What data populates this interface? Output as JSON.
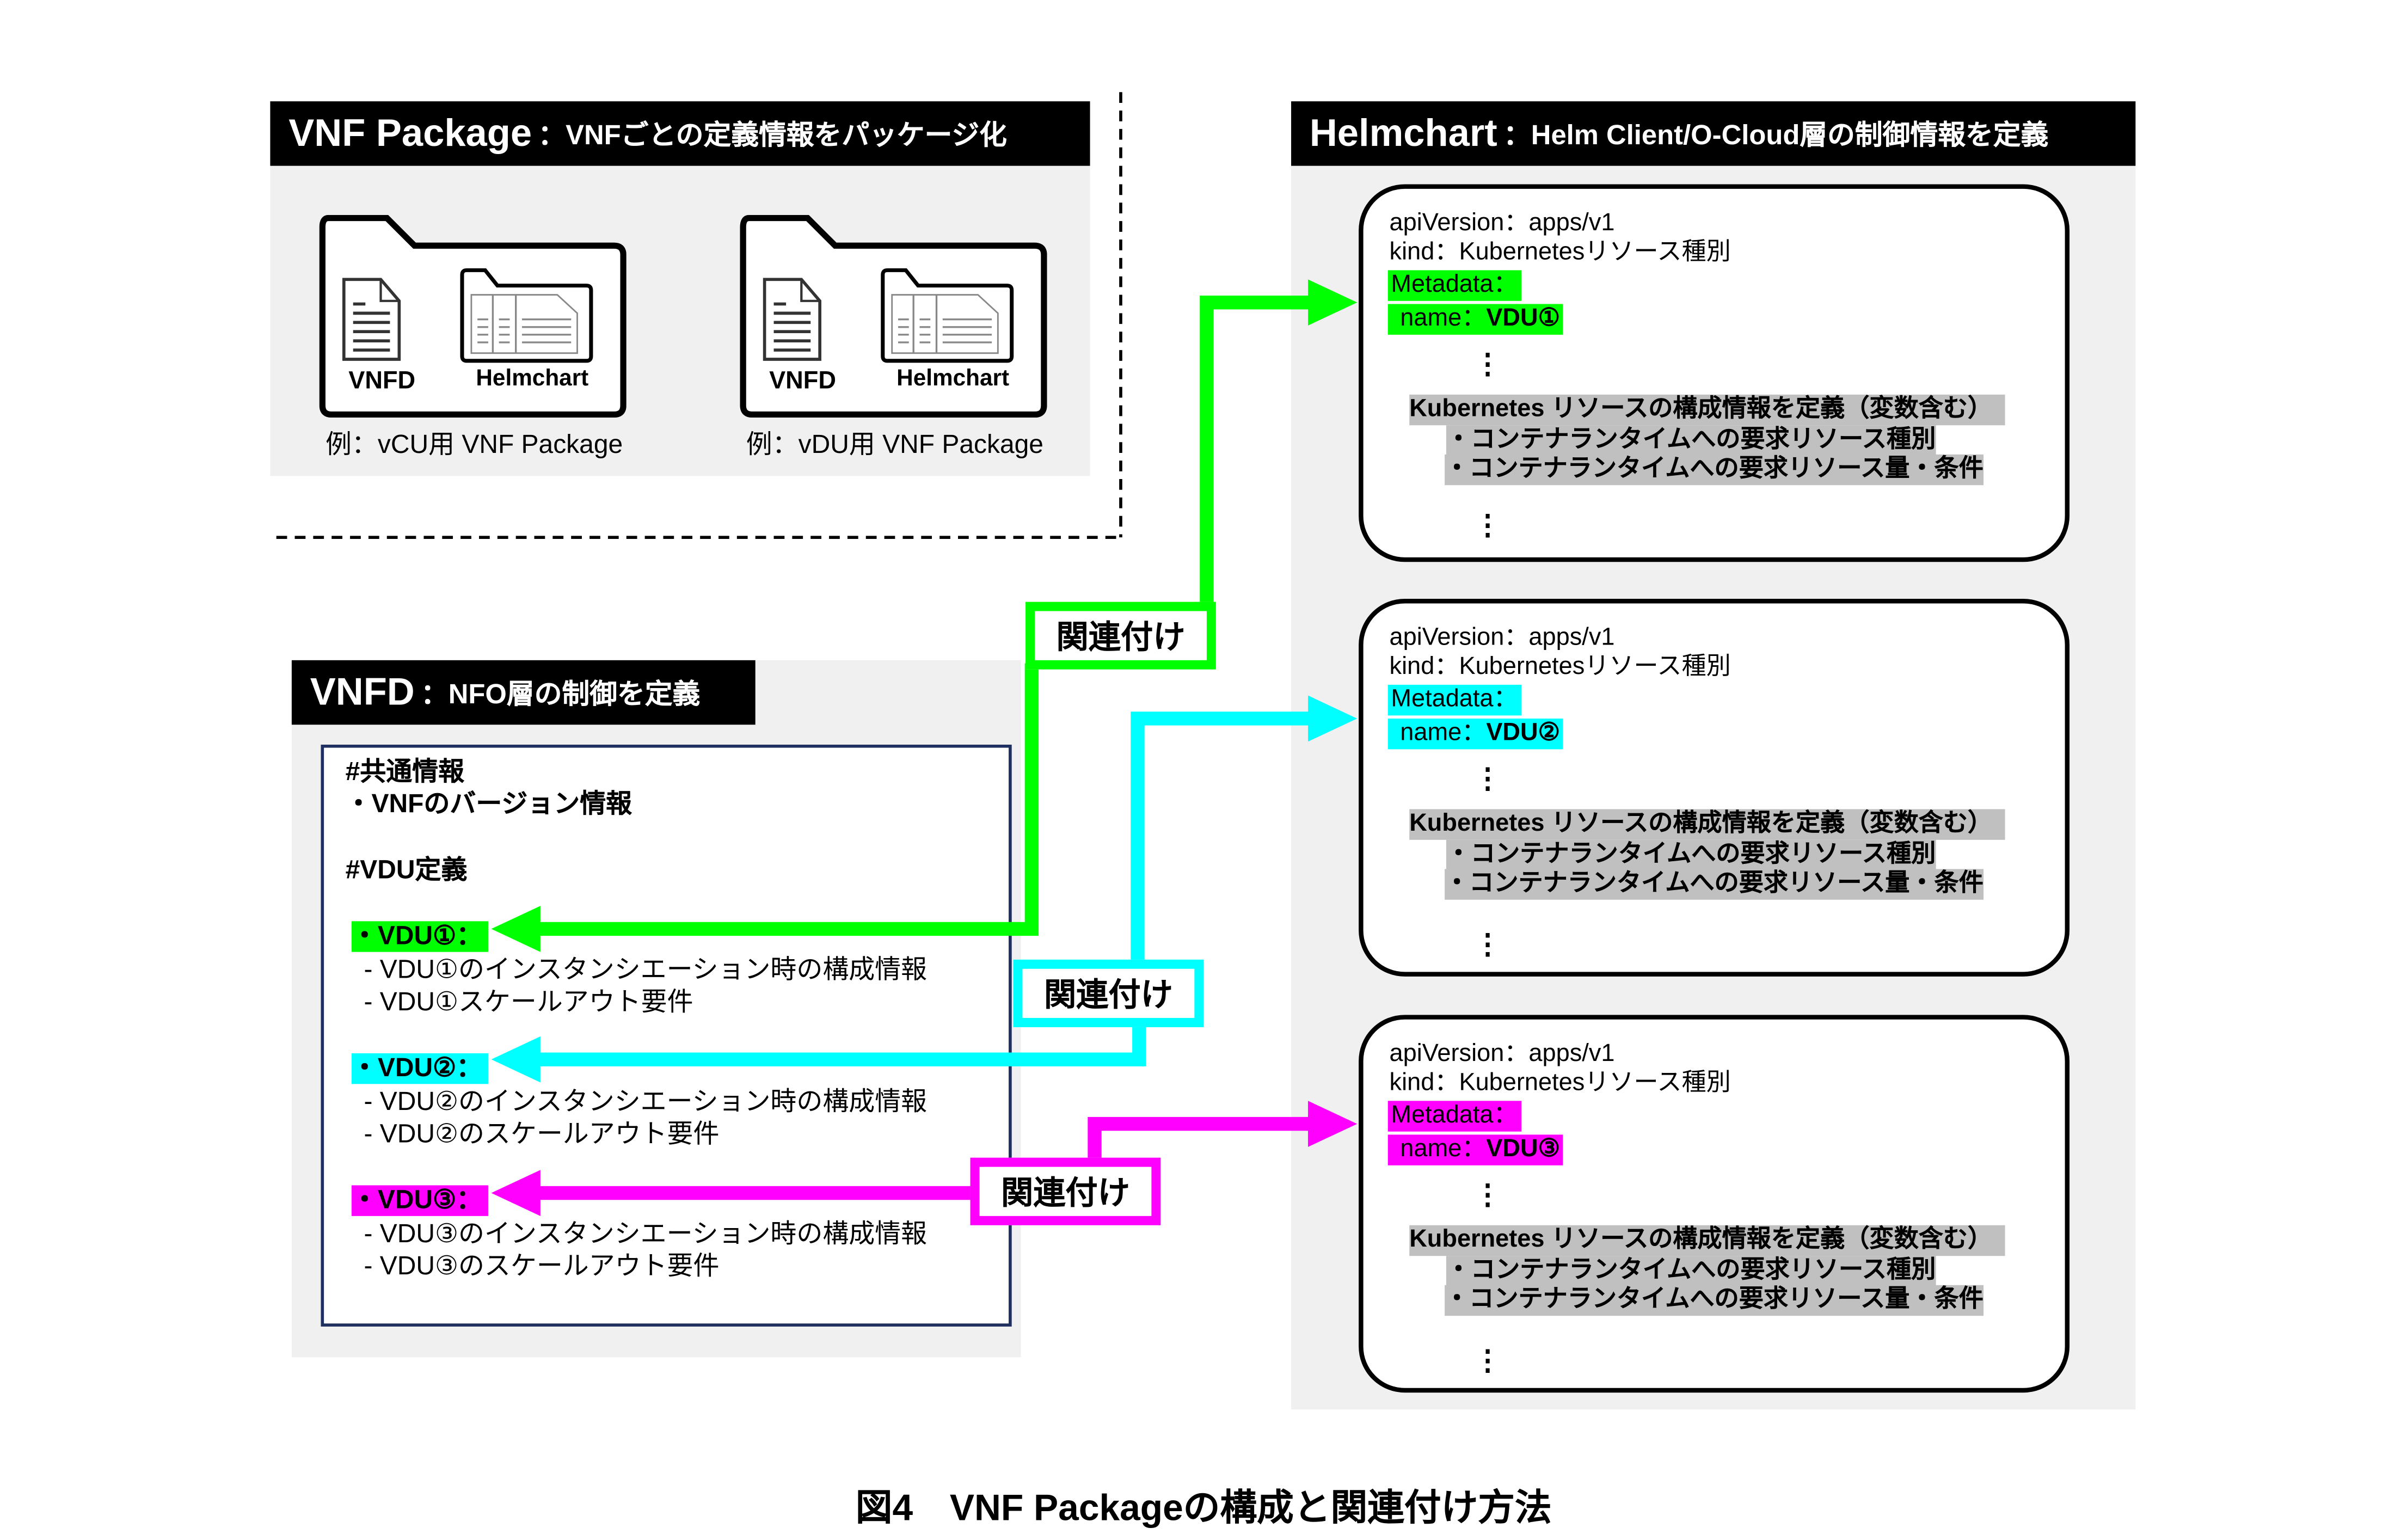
{
  "colors": {
    "green": "#00ff00",
    "cyan": "#00ffff",
    "magenta": "#ff00ff",
    "panel": "#f0f0f0",
    "highlight_gray": "#c0c0c0",
    "navy": "#1f2f5f"
  },
  "vnf_package": {
    "title": "VNF Package",
    "subtitle": "：VNFごとの定義情報をパッケージ化",
    "packages": [
      {
        "file1": "VNFD",
        "file2": "Helmchart",
        "caption": "例：vCU用 VNF Package"
      },
      {
        "file1": "VNFD",
        "file2": "Helmchart",
        "caption": "例：vDU用 VNF Package"
      }
    ]
  },
  "helmchart": {
    "title": "Helmchart",
    "subtitle": "：Helm Client/O-Cloud層の制御情報を定義",
    "cards": [
      {
        "api": "apiVersion：apps/v1",
        "kind": "kind：Kubernetesリソース種別",
        "metadata": "Metadata：",
        "name_label": " name：",
        "name_value": "VDU①",
        "dots1": "⋮",
        "resource": "Kubernetes リソースの構成情報を定義（変数含む）",
        "item1": "・コンテナランタイムへの要求リソース種別",
        "item2": "・コンテナランタイムへの要求リソース量・条件",
        "dots2": "⋮"
      },
      {
        "api": "apiVersion：apps/v1",
        "kind": "kind：Kubernetesリソース種別",
        "metadata": "Metadata：",
        "name_label": " name：",
        "name_value": "VDU②",
        "dots1": "⋮",
        "resource": "Kubernetes リソースの構成情報を定義（変数含む）",
        "item1": "・コンテナランタイムへの要求リソース種別",
        "item2": "・コンテナランタイムへの要求リソース量・条件",
        "dots2": "⋮"
      },
      {
        "api": "apiVersion：apps/v1",
        "kind": "kind：Kubernetesリソース種別",
        "metadata": "Metadata：",
        "name_label": " name：",
        "name_value": "VDU③",
        "dots1": "⋮",
        "resource": "Kubernetes リソースの構成情報を定義（変数含む）",
        "item1": "・コンテナランタイムへの要求リソース種別",
        "item2": "・コンテナランタイムへの要求リソース量・条件",
        "dots2": "⋮"
      }
    ]
  },
  "vnfd": {
    "title": "VNFD",
    "subtitle": "：NFO層の制御を定義",
    "common_heading": "#共通情報",
    "common_item": "・VNFのバージョン情報",
    "vdu_heading": "#VDU定義",
    "vdus": [
      {
        "label": "・VDU①：",
        "line1": "- VDU①のインスタンシエーション時の構成情報",
        "line2": "- VDU①スケールアウト要件"
      },
      {
        "label": "・VDU②：",
        "line1": "- VDU②のインスタンシエーション時の構成情報",
        "line2": "- VDU②のスケールアウト要件"
      },
      {
        "label": "・VDU③：",
        "line1": "- VDU③のインスタンシエーション時の構成情報",
        "line2": "- VDU③のスケールアウト要件"
      }
    ]
  },
  "links": [
    "関連付け",
    "関連付け",
    "関連付け"
  ],
  "figure_caption": "図4　VNF Packageの構成と関連付け方法"
}
